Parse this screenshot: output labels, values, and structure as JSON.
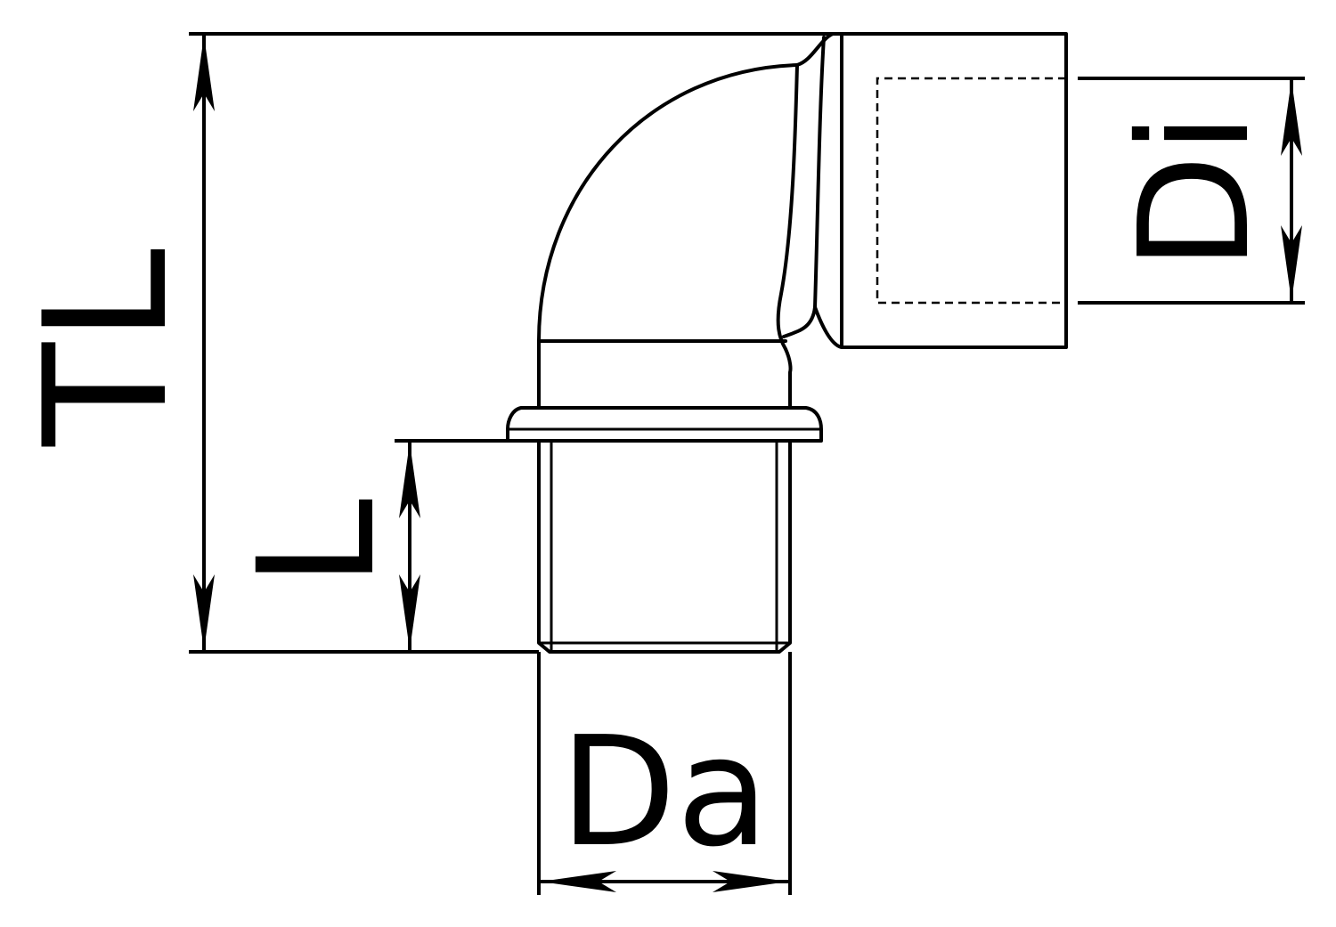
{
  "drawing": {
    "colors": {
      "line": "#000000",
      "background": "#ffffff"
    },
    "dimensions": {
      "total_length": "TL",
      "thread_length": "L",
      "outer_diameter": "Da",
      "inner_diameter": "Di"
    }
  }
}
